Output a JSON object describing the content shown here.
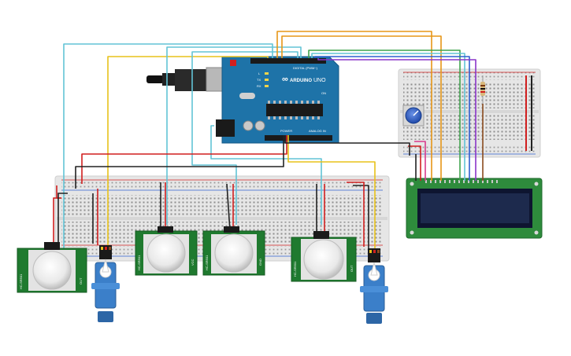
{
  "arduino": {
    "logo": "∞",
    "brand": "ARDUINO",
    "model": "UNO",
    "digital_label": "DIGITAL (PWM~)",
    "power_label": "POWER",
    "analog_label": "ANALOG IN",
    "led_labels": [
      "L",
      "TX",
      "RX",
      "ON"
    ]
  },
  "pir_sensor": {
    "labels": [
      "HC-SR501",
      "OUT",
      "VCC",
      "GND"
    ]
  },
  "colors": {
    "wire_red": "#d11f1f",
    "wire_black": "#222222",
    "wire_yellow": "#e8c21a",
    "wire_cyan": "#62c4d6",
    "wire_orange": "#e79617",
    "wire_green": "#3fa34d",
    "wire_blue": "#2f5fd0",
    "wire_purple": "#8a35c9",
    "wire_brown": "#8a4b1e",
    "wire_pink": "#d83a8c",
    "arduino_board": "#1e73a8",
    "lcd_pcb": "#2e8b3c",
    "lcd_screen": "#1d2a4d",
    "pir_pcb": "#1f7a2f",
    "servo_body": "#3b7fc9",
    "breadboard": "#e6e6e6"
  }
}
